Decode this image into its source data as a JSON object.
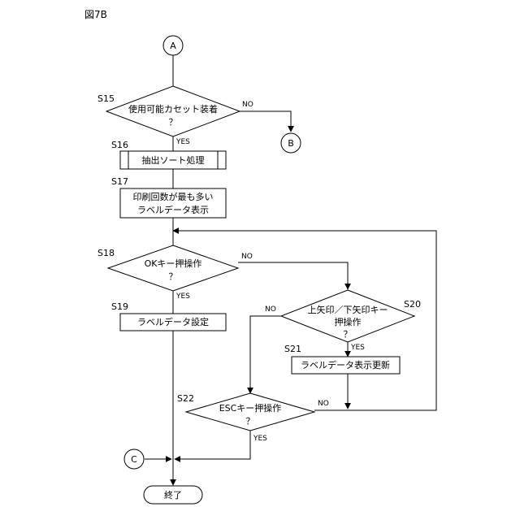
{
  "figure_title": "図7B",
  "connectors": {
    "a": "A",
    "b": "B",
    "c": "C"
  },
  "steps": {
    "s15": {
      "label": "S15",
      "text_line1": "使用可能カセット装着",
      "text_line2": "？"
    },
    "s16": {
      "label": "S16",
      "text": "抽出ソート処理"
    },
    "s17": {
      "label": "S17",
      "text_line1": "印刷回数が最も多い",
      "text_line2": "ラベルデータ表示"
    },
    "s18": {
      "label": "S18",
      "text_line1": "OKキー押操作",
      "text_line2": "？"
    },
    "s19": {
      "label": "S19",
      "text": "ラベルデータ設定"
    },
    "s20": {
      "label": "S20",
      "text_line1": "上矢印／下矢印キー",
      "text_line2": "押操作",
      "text_line3": "？"
    },
    "s21": {
      "label": "S21",
      "text": "ラベルデータ表示更新"
    },
    "s22": {
      "label": "S22",
      "text_line1": "ESCキー押操作",
      "text_line2": "？"
    }
  },
  "terminal": {
    "end": "終了"
  },
  "edge_labels": {
    "s15_no": "NO",
    "s15_yes": "YES",
    "s18_no": "NO",
    "s18_yes": "YES",
    "s20_no": "NO",
    "s20_yes": "YES",
    "s22_no": "NO",
    "s22_yes": "YES"
  }
}
